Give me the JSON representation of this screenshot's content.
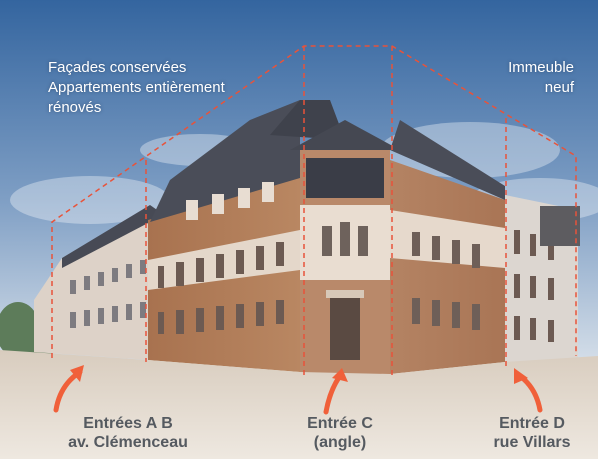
{
  "labels": {
    "top_left_line1": "Façades conservées",
    "top_left_line2": "Appartements entièrement",
    "top_left_line3": "rénovés",
    "top_right_line1": "Immeuble",
    "top_right_line2": "neuf"
  },
  "entrances": {
    "ab": {
      "line1": "Entrées A B",
      "line2": "av. Clémenceau"
    },
    "c": {
      "line1": "Entrée C",
      "line2": "(angle)"
    },
    "d": {
      "line1": "Entrée D",
      "line2": "rue Villars"
    }
  },
  "colors": {
    "sky_top": "#3a6aa8",
    "sky_bottom": "#c9d7e6",
    "roof": "#4a4d58",
    "brick": "#b07a55",
    "facade_light": "#e6d9cc",
    "new_building": "#d9d4cf",
    "guide_line": "#e8533a",
    "arrow": "#f0603a",
    "label_text": "#555a60",
    "ground": "#e9e1d6"
  },
  "icons": [
    "arrow-ab-icon",
    "arrow-c-icon",
    "arrow-d-icon"
  ]
}
